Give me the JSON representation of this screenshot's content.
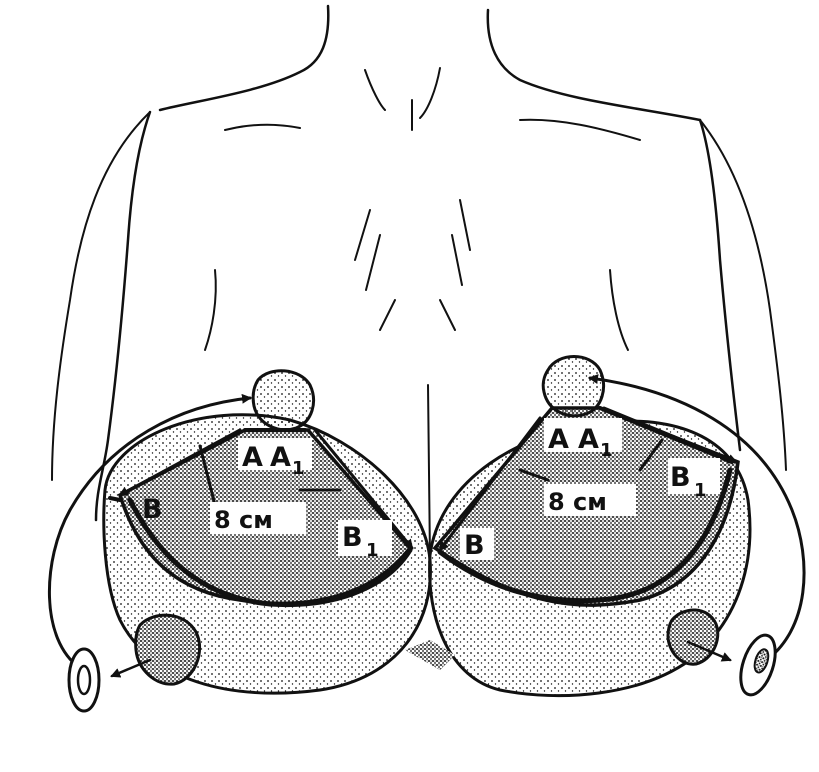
{
  "colors": {
    "ink": "#111111",
    "paper": "#ffffff",
    "stipple": "#111111"
  },
  "labels": {
    "left": {
      "a": "A",
      "a1_main": "A",
      "a1_sub": "1",
      "b": "B",
      "b1_main": "B",
      "b1_sub": "1",
      "measure": "8 см"
    },
    "right": {
      "a": "A",
      "a1_main": "A",
      "a1_sub": "1",
      "b": "B",
      "b1_main": "B",
      "b1_sub": "1",
      "measure": "8 см"
    }
  }
}
